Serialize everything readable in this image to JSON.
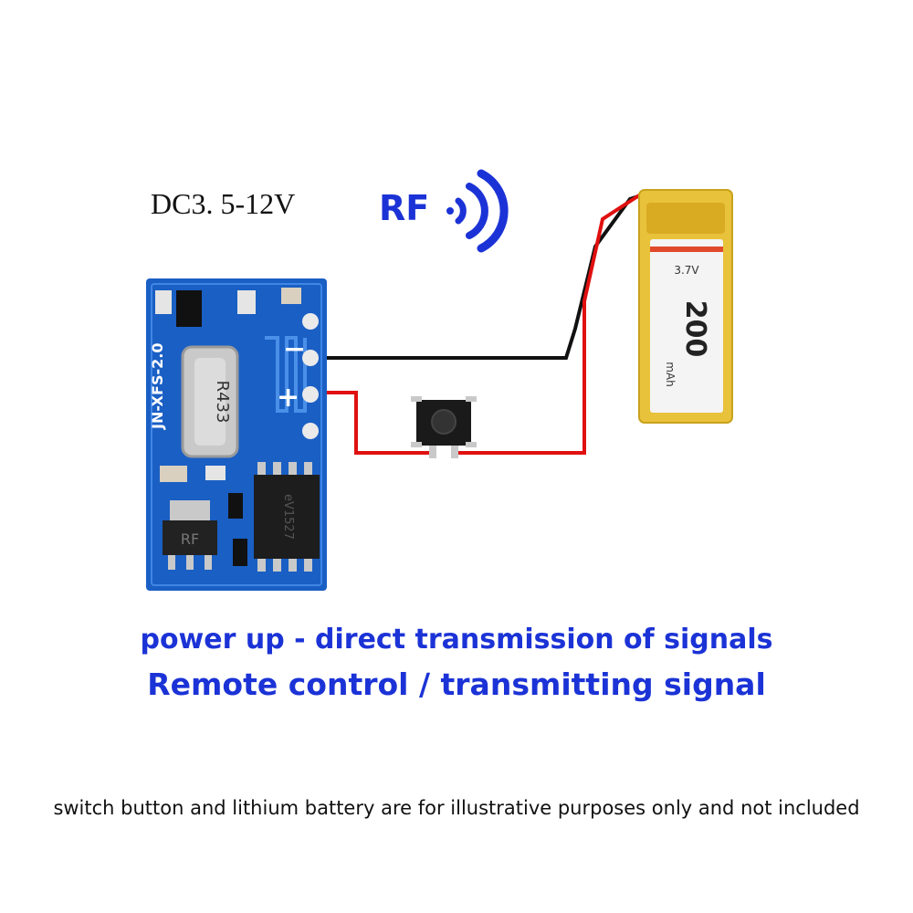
{
  "voltage_label": "DC3. 5-12V",
  "rf_label": "RF",
  "module": {
    "model": "JN-XFS-2.0",
    "crystal_label": "R433",
    "chip_label": "eV1527",
    "regulator_label": "RF",
    "pin_minus": "−",
    "pin_plus": "+",
    "board_color": "#1a5fc4"
  },
  "battery": {
    "capacity": "200",
    "unit": "mAh",
    "voltage": "3.7V",
    "color": "#e8c23a"
  },
  "wires": {
    "negative_color": "#111111",
    "positive_color": "#e01010"
  },
  "text": {
    "line1": "power up - direct transmission of signals",
    "line2": "Remote control / transmitting signal",
    "note": "switch button and lithium battery are for illustrative purposes only and not included"
  }
}
